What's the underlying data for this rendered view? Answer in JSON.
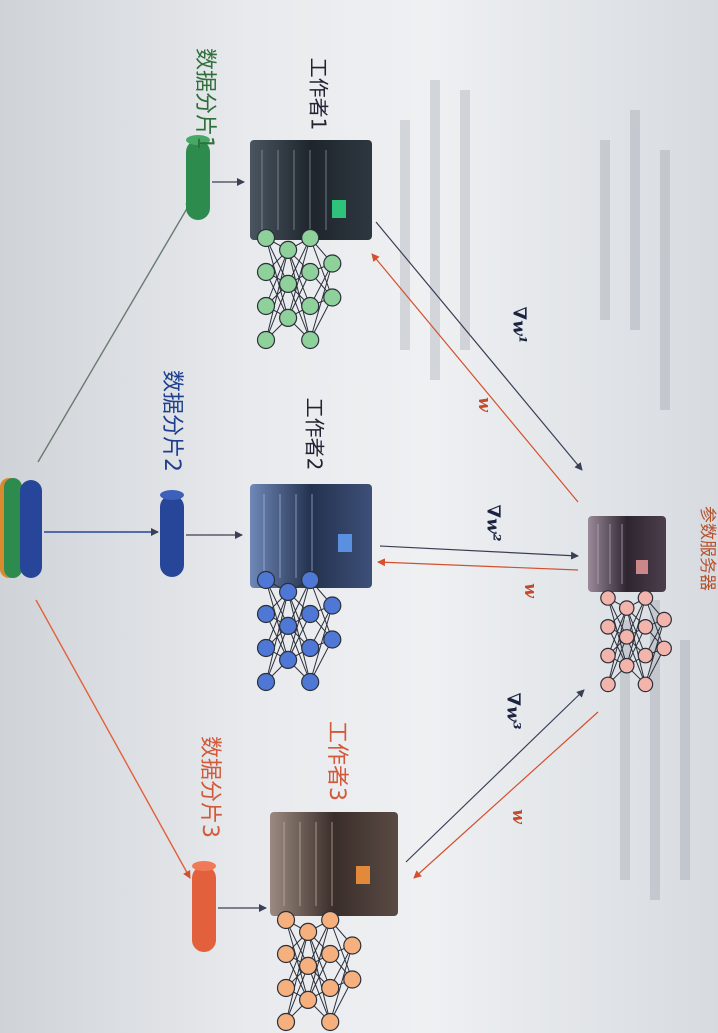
{
  "colors": {
    "green": "#2e8b4e",
    "blue": "#27469a",
    "red": "#e2603c",
    "push_arrow": "#3a3f55",
    "pull_arrow": "#d4502e",
    "node_green": "#8fd19a",
    "node_blue": "#4f78d6",
    "node_orange": "#f5b07e",
    "node_pink": "#f3b5ab"
  },
  "shards": [
    {
      "label": "数据分片1",
      "color": "green"
    },
    {
      "label": "数据分片2",
      "color": "blue"
    },
    {
      "label": "数据分片3",
      "color": "red"
    }
  ],
  "workers": [
    {
      "label": "工作者1",
      "color": "green"
    },
    {
      "label": "工作者2",
      "color": "blue"
    },
    {
      "label": "工作者3",
      "color": "red"
    }
  ],
  "parameter_server": {
    "label": "参数服务器"
  },
  "gradients": [
    {
      "text": "∇𝒘¹"
    },
    {
      "text": "∇𝒘²"
    },
    {
      "text": "∇𝒘³"
    }
  ],
  "weights": [
    {
      "text": "𝒘"
    },
    {
      "text": "𝒘"
    },
    {
      "text": "𝒘"
    }
  ],
  "icons": {
    "server": "server-icon",
    "network": "neural-network-icon",
    "data": "data-cylinder-icon"
  }
}
